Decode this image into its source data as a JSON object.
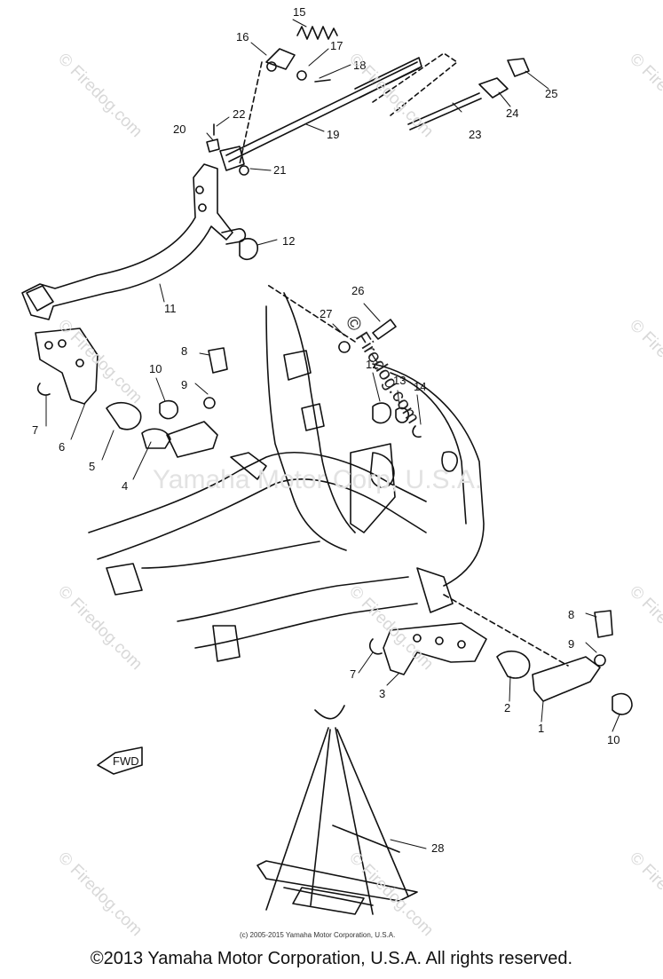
{
  "watermarks": {
    "firedog": "© Firedog.com",
    "firedog_center": "© Firedog.com",
    "yamaha": "Yamaha Motor Corp, U.S.A."
  },
  "callouts": [
    "1",
    "2",
    "3",
    "4",
    "5",
    "6",
    "7",
    "8",
    "9",
    "10",
    "11",
    "12",
    "13",
    "14",
    "15",
    "16",
    "17",
    "18",
    "19",
    "20",
    "21",
    "22",
    "23",
    "24",
    "25",
    "26",
    "27",
    "28"
  ],
  "fwd_label": "FWD",
  "small_copyright": "(c) 2005-2015 Yamaha Motor Corporation, U.S.A.",
  "footer": "©2013 Yamaha Motor Corporation, U.S.A. All rights reserved."
}
